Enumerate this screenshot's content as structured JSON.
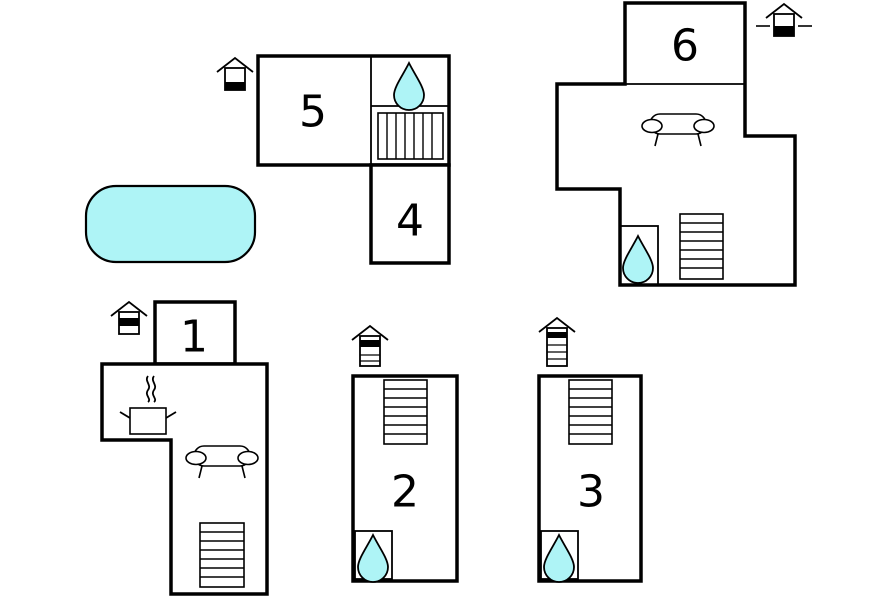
{
  "colors": {
    "water": "#aef4f6",
    "wall": "#000000",
    "background": "#ffffff"
  },
  "rooms": {
    "room1": {
      "label": "1"
    },
    "room2": {
      "label": "2"
    },
    "room3": {
      "label": "3"
    },
    "room4": {
      "label": "4"
    },
    "room5": {
      "label": "5"
    },
    "room6": {
      "label": "6"
    }
  },
  "icons": {
    "bathroom": "water-drop-icon",
    "kitchen": "cooking-pot-icon",
    "living": "sofa-icon",
    "stairs": "stairs-icon",
    "level": "floor-level-house-icon",
    "pool": "swimming-pool"
  }
}
